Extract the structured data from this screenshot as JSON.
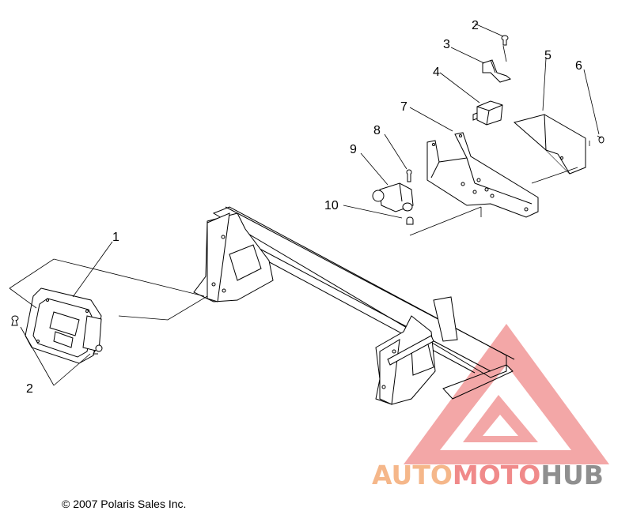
{
  "callouts": {
    "c1": "1",
    "c2_top": "2",
    "c2_bottom": "2",
    "c3": "3",
    "c4": "4",
    "c5": "5",
    "c6": "6",
    "c7": "7",
    "c8": "8",
    "c9": "9",
    "c10": "10"
  },
  "copyright": "© 2007 Polaris Sales Inc.",
  "watermark": {
    "part1": "AUTO",
    "part2": "MOTO",
    "part3": "HUB",
    "color_orange": "#f5b78a",
    "color_red": "#f08a8a",
    "color_gray": "#8f8f8f"
  }
}
